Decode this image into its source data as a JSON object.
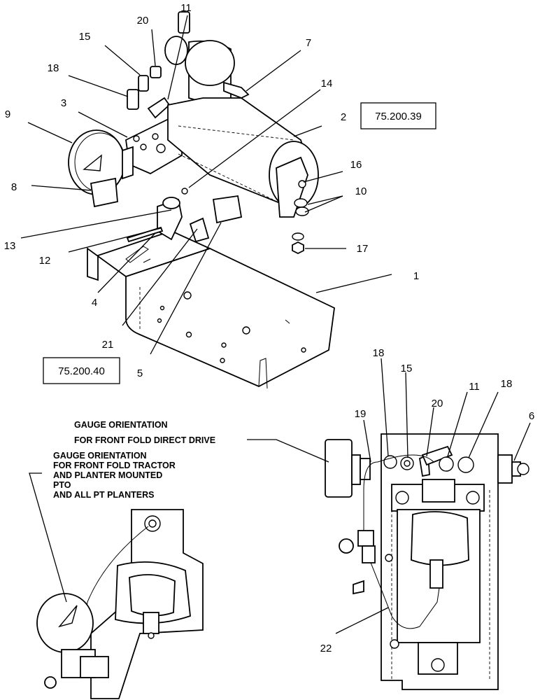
{
  "callouts": [
    "11",
    "20",
    "15",
    "7",
    "18",
    "14",
    "3",
    "2",
    "9",
    "16",
    "10",
    "8",
    "13",
    "12",
    "17",
    "1",
    "4",
    "21",
    "5",
    "18",
    "15",
    "20",
    "11",
    "18",
    "6",
    "19",
    "22"
  ],
  "reference_boxes": [
    "75.200.39",
    "75.200.40"
  ],
  "notes": {
    "direct_drive": [
      "GAUGE ORIENTATION",
      "FOR FRONT FOLD DIRECT DRIVE"
    ],
    "tractor_planter": [
      "GAUGE ORIENTATION",
      "FOR FRONT FOLD TRACTOR",
      "AND PLANTER MOUNTED",
      "PTO",
      "AND ALL PT PLANTERS"
    ]
  }
}
